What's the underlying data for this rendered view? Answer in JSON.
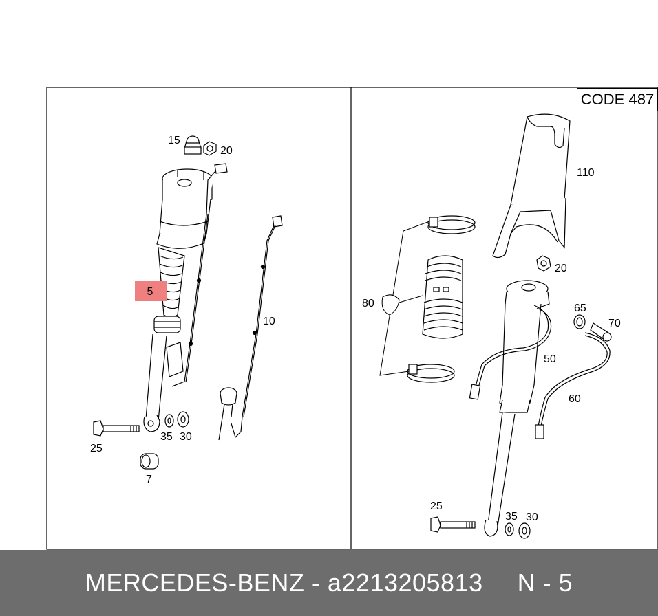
{
  "code_box": "CODE 487",
  "highlight_label": "5",
  "left_labels": {
    "l15": "15",
    "l20": "20",
    "l10": "10",
    "l25": "25",
    "l35": "35",
    "l30": "30",
    "l7": "7"
  },
  "right_labels": {
    "r110": "110",
    "r20": "20",
    "r80": "80",
    "r65": "65",
    "r70": "70",
    "r50": "50",
    "r60": "60",
    "r25": "25",
    "r35": "35",
    "r30": "30"
  },
  "footer": {
    "brand_part": "MERCEDES-BENZ - a2213205813",
    "position": "N - 5"
  },
  "colors": {
    "highlight": "#f08080",
    "footer_bg": "#6d6d6d"
  }
}
